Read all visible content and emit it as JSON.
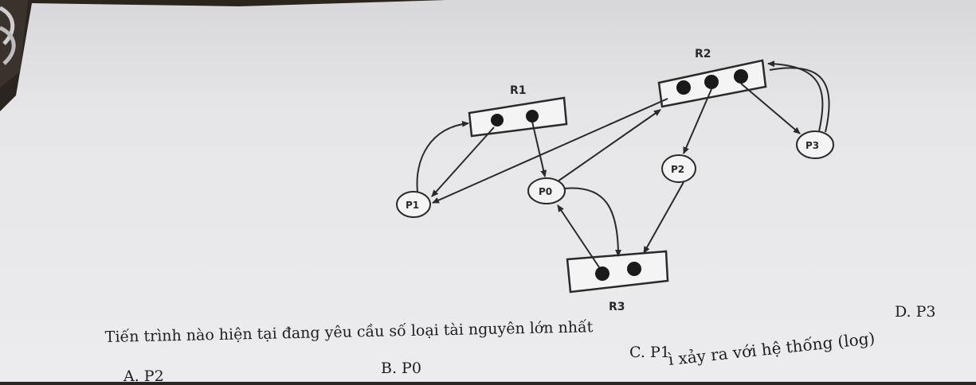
{
  "diagram": {
    "resources": [
      {
        "id": "R1",
        "label": "R1",
        "instances": 2
      },
      {
        "id": "R2",
        "label": "R2",
        "instances": 3
      },
      {
        "id": "R3",
        "label": "R3",
        "instances": 2
      }
    ],
    "processes": [
      {
        "id": "P0",
        "label": "P0"
      },
      {
        "id": "P1",
        "label": "P1"
      },
      {
        "id": "P2",
        "label": "P2"
      },
      {
        "id": "P3",
        "label": "P3"
      }
    ]
  },
  "question": {
    "text": "Tiến trình nào hiện tại đang yêu cầu số loại tài nguyên lớn nhất",
    "options": {
      "a": "A. P2",
      "b": "B. P0",
      "c": "C. P1",
      "d": "D. P3"
    }
  },
  "next_line_fragment": "ì xảy ra với hệ thống (log)"
}
